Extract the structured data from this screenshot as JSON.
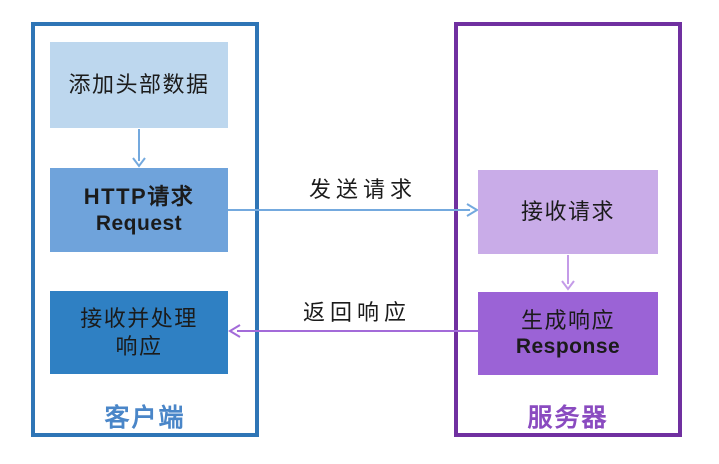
{
  "client": {
    "label": "客户端",
    "border_color": "#2E75B6",
    "label_color": "#4A86C8",
    "box_add_header": {
      "text": "添加头部数据",
      "bg": "#BDD7EE"
    },
    "box_http_request": {
      "line1": "HTTP请求",
      "line2": "Request",
      "bg": "#6FA3DB"
    },
    "box_receive_response": {
      "line1": "接收并处理",
      "line2": "响应",
      "bg": "#2F80C3"
    }
  },
  "server": {
    "label": "服务器",
    "border_color": "#7030A0",
    "label_color": "#8A4BC0",
    "box_receive_request": {
      "text": "接收请求",
      "bg": "#C9ACE8"
    },
    "box_generate_response": {
      "line1": "生成响应",
      "line2": "Response",
      "bg": "#9B63D6"
    }
  },
  "arrows": {
    "send_request_label": "发送请求",
    "return_response_label": "返回响应",
    "blue_color": "#74A9DE",
    "purple_color": "#A36BD9",
    "purple_light_color": "#C49BE8"
  }
}
